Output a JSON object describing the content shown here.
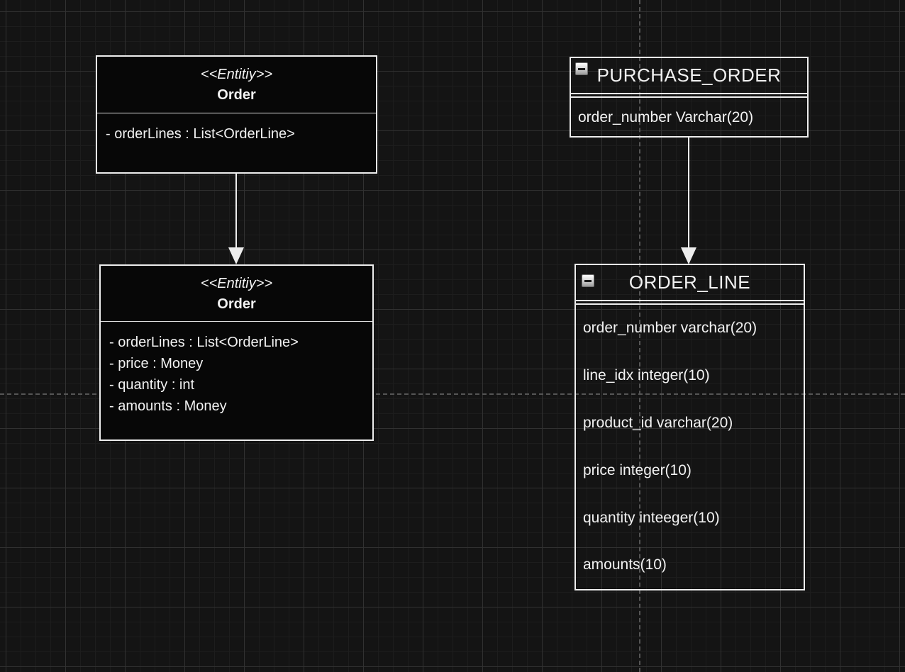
{
  "canvas": {
    "background_color": "#141414",
    "grid_minor_color": "#1d1d1d",
    "grid_major_color": "#313131",
    "page_guide_color": "#555555",
    "shape_border_color": "#ededed",
    "text_color": "#f2f2f2"
  },
  "uml_classes": [
    {
      "id": "order-class-top",
      "stereotype": "<<Entitiy>>",
      "name": "Order",
      "attributes": [
        "- orderLines : List<OrderLine>"
      ]
    },
    {
      "id": "order-class-bottom",
      "stereotype": "<<Entitiy>>",
      "name": "Order",
      "attributes": [
        "- orderLines : List<OrderLine>",
        "- price : Money",
        "- quantity : int",
        "- amounts : Money"
      ]
    }
  ],
  "er_tables": [
    {
      "id": "purchase-order-table",
      "name": "PURCHASE_ORDER",
      "collapse_icon": "minus-toggle",
      "rows": [
        "order_number Varchar(20)"
      ]
    },
    {
      "id": "order-line-table",
      "name": "ORDER_LINE",
      "collapse_icon": "minus-toggle",
      "rows": [
        "order_number varchar(20)",
        "line_idx integer(10)",
        "product_id varchar(20)",
        "price integer(10)",
        "quantity inteeger(10)",
        "amounts(10)"
      ]
    }
  ],
  "connectors": [
    {
      "id": "connector-left",
      "from": "order-class-top",
      "to": "order-class-bottom",
      "style": "solid",
      "arrow": "filled-triangle-down"
    },
    {
      "id": "connector-right",
      "from": "purchase-order-table",
      "to": "order-line-table",
      "style": "solid",
      "arrow": "filled-triangle-down"
    }
  ]
}
